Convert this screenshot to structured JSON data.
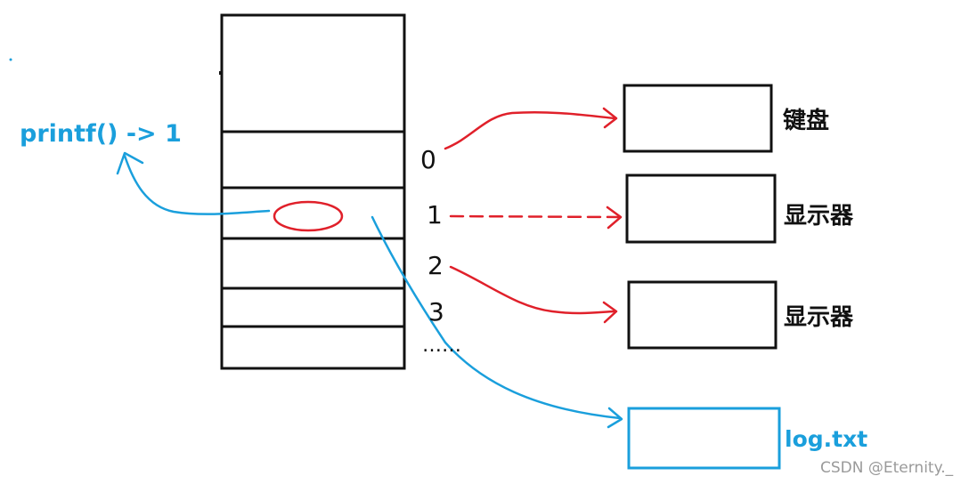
{
  "colors": {
    "black": "#111111",
    "red": "#e0202a",
    "blue": "#1a9fdc",
    "watermark": "#9a9a9a"
  },
  "fd_indices": [
    "0",
    "1",
    "2",
    "3",
    "……"
  ],
  "devices": [
    {
      "label": "键盘"
    },
    {
      "label": "显示器"
    },
    {
      "label": "显示器"
    },
    {
      "label": "log.txt"
    }
  ],
  "annotation": "printf() -> 1",
  "watermark": "CSDN @Eternity._"
}
